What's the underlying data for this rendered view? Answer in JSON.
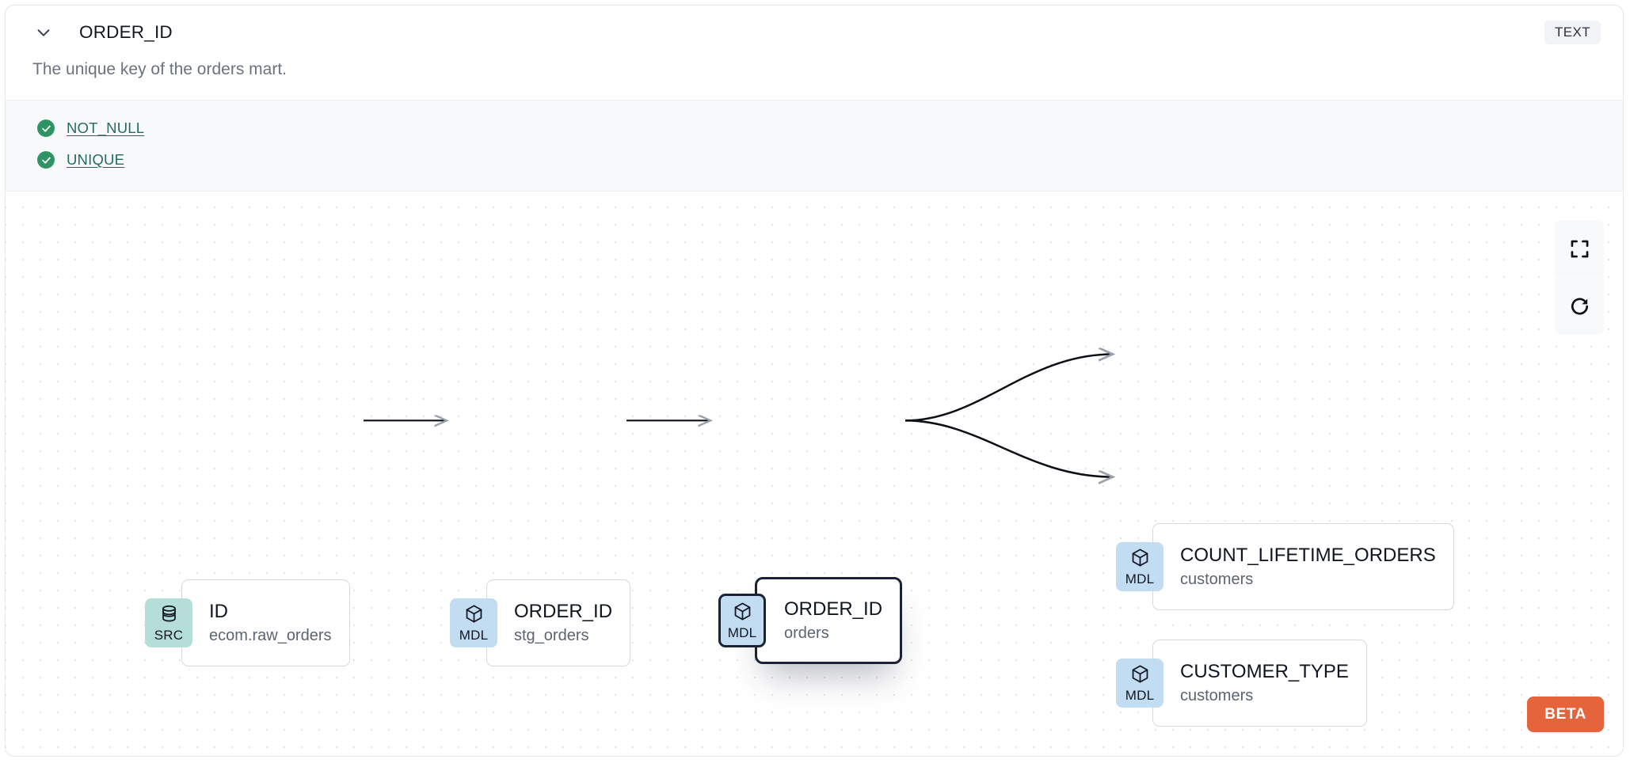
{
  "header": {
    "collapse_icon": "chevron-down-icon",
    "title": "ORDER_ID",
    "type_badge": "TEXT"
  },
  "description": "The unique key of the orders mart.",
  "tests": {
    "items": [
      {
        "status_icon": "check-circle-icon",
        "label": "NOT_NULL",
        "status": "pass"
      },
      {
        "status_icon": "check-circle-icon",
        "label": "UNIQUE",
        "status": "pass"
      }
    ]
  },
  "lineage": {
    "nodes": [
      {
        "id": "src-id",
        "badge": "SRC",
        "badge_icon": "database-icon",
        "name": "ID",
        "sub": "ecom.raw_orders",
        "selected": false
      },
      {
        "id": "mdl-stg-orders",
        "badge": "MDL",
        "badge_icon": "cube-icon",
        "name": "ORDER_ID",
        "sub": "stg_orders",
        "selected": false
      },
      {
        "id": "mdl-orders",
        "badge": "MDL",
        "badge_icon": "cube-icon",
        "name": "ORDER_ID",
        "sub": "orders",
        "selected": true
      },
      {
        "id": "mdl-count-lifetime-orders",
        "badge": "MDL",
        "badge_icon": "cube-icon",
        "name": "COUNT_LIFETIME_ORDERS",
        "sub": "customers",
        "selected": false
      },
      {
        "id": "mdl-customer-type",
        "badge": "MDL",
        "badge_icon": "cube-icon",
        "name": "CUSTOMER_TYPE",
        "sub": "customers",
        "selected": false
      }
    ],
    "controls": [
      {
        "name": "fit-view-button",
        "icon": "fullscreen-icon"
      },
      {
        "name": "reset-button",
        "icon": "refresh-icon"
      }
    ],
    "beta_label": "BETA"
  },
  "colors": {
    "src_badge": "#b6ded8",
    "mdl_badge": "#c2dcf2",
    "test_pass": "#2e9464",
    "test_link": "#246b63",
    "beta": "#e5643c",
    "selected_border": "#1b2233"
  }
}
